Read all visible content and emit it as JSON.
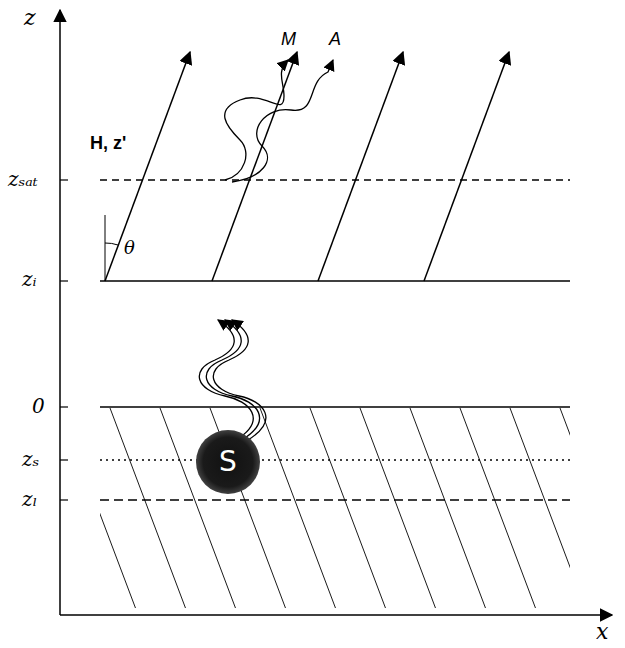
{
  "diagram": {
    "nodes": [
      {
        "text": [
          "S"
        ]
      }
    ],
    "labels": [
      "z",
      "zₛₐₜ",
      "zᵢ",
      "0",
      "zₛ",
      "zₗ",
      "θ",
      "H, z'",
      "M",
      "A",
      "x"
    ]
  }
}
